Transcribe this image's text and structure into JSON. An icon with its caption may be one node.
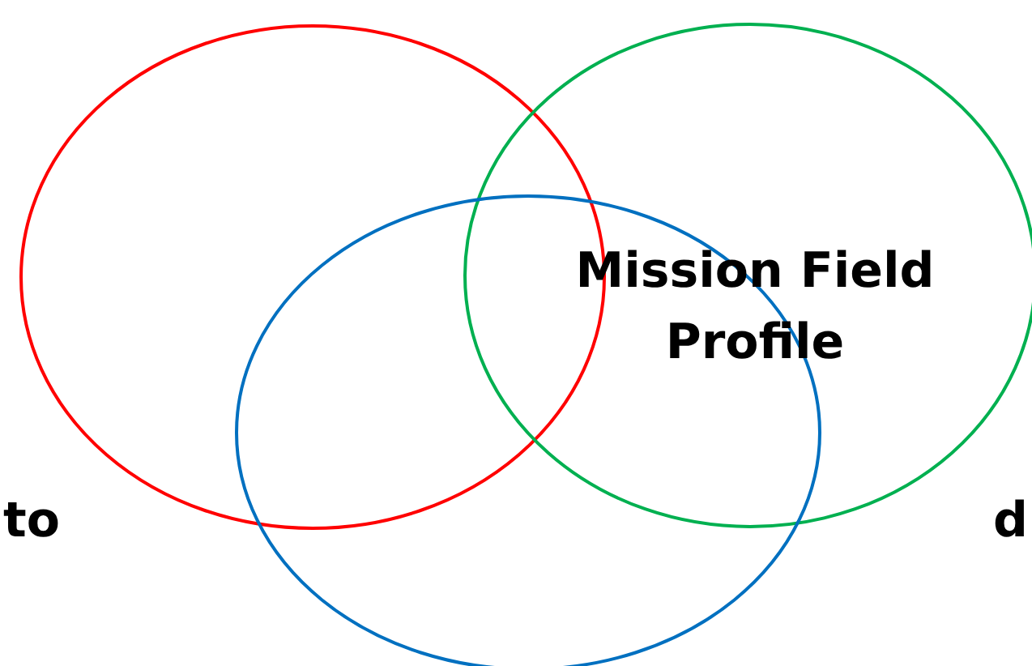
{
  "diagram": {
    "nodes": [
      {
        "text": [],
        "shape": "circle"
      },
      {
        "text": [],
        "shape": "circle"
      },
      {
        "text": [],
        "shape": "circle"
      }
    ],
    "labels": [
      "Mission Field Profile",
      "to",
      "d"
    ]
  }
}
